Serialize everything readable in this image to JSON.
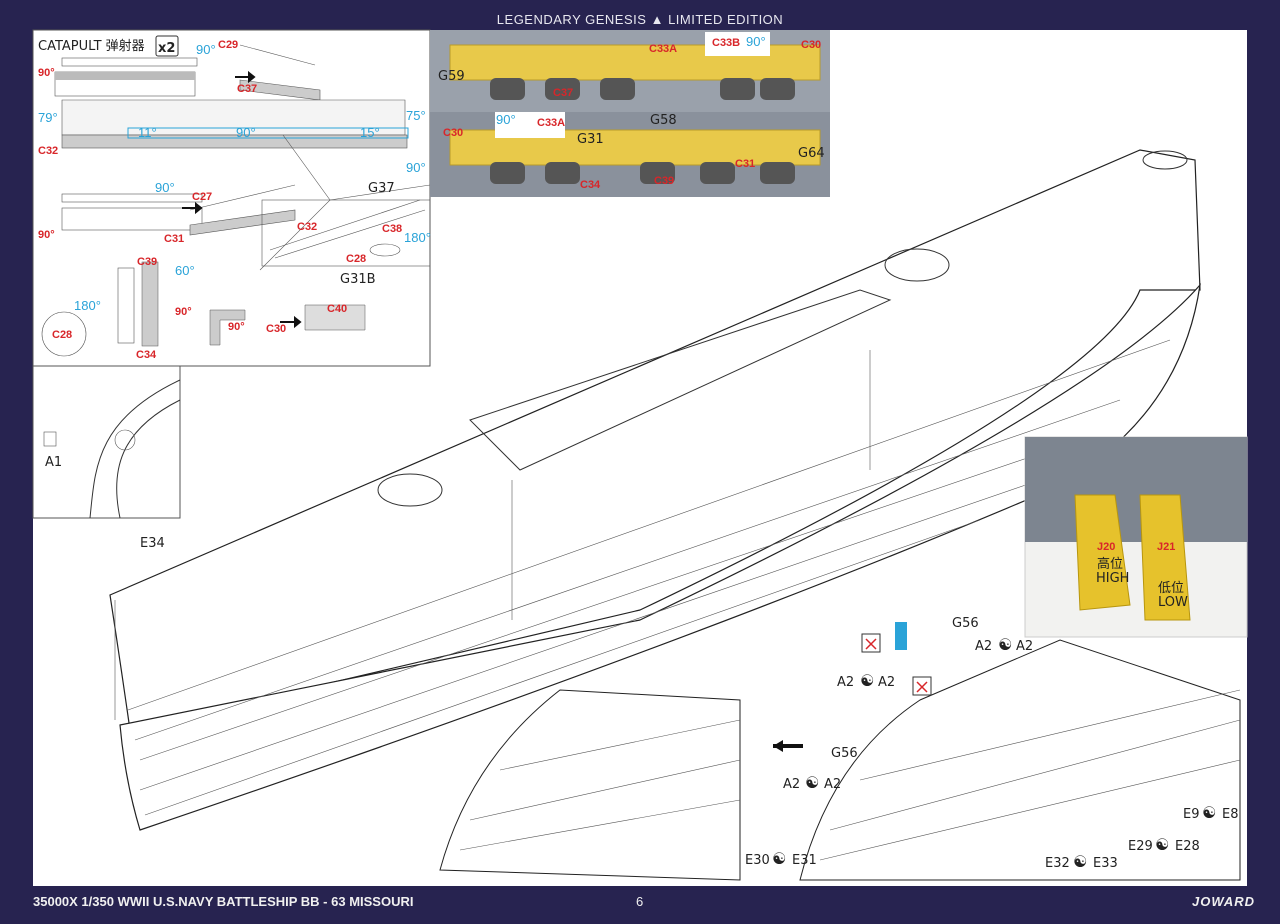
{
  "header": {
    "title": "LEGENDARY GENESIS",
    "triangle": "▲",
    "edition": "LIMITED EDITION"
  },
  "footer": {
    "product": "35000X 1/350 WWII U.S.NAVY BATTLESHIP BB - 63 MISSOURI",
    "page": "6",
    "brand": "JOWARD"
  },
  "catapult": {
    "title": "CATAPULT 弹射器",
    "multiplier": "x2",
    "parts": [
      "C29",
      "C37",
      "C32",
      "C27",
      "C31",
      "C39",
      "C34",
      "C28",
      "C30",
      "C40",
      "G37",
      "C38",
      "G31B"
    ],
    "angles": {
      "a90": "90°",
      "a79": "79°",
      "a75": "75°",
      "a11": "11°",
      "a15": "15°",
      "a60": "60°",
      "a180": "180°"
    }
  },
  "photo": {
    "labels": [
      "G59",
      "C37",
      "C33A",
      "C33B",
      "C30",
      "G31",
      "G58",
      "G64",
      "C31",
      "C34",
      "C39"
    ],
    "angle": "90°"
  },
  "hull": {
    "a1": "A1",
    "e34": "E34",
    "g56": "G56",
    "a2pair": "A2",
    "e9": "E9",
    "e8": "E8",
    "e29": "E29",
    "e28": "E28",
    "e32": "E32",
    "e33": "E33",
    "e30": "E30",
    "e31": "E31"
  },
  "inset": {
    "j20": "J20",
    "j21": "J21",
    "high_cn": "高位",
    "high": "HIGH",
    "low_cn": "低位",
    "low": "LOW"
  },
  "colors": {
    "background": "#272350",
    "part_red": "#d8262a",
    "angle_blue": "#2aa3d8",
    "brass": "#e8c94a"
  }
}
